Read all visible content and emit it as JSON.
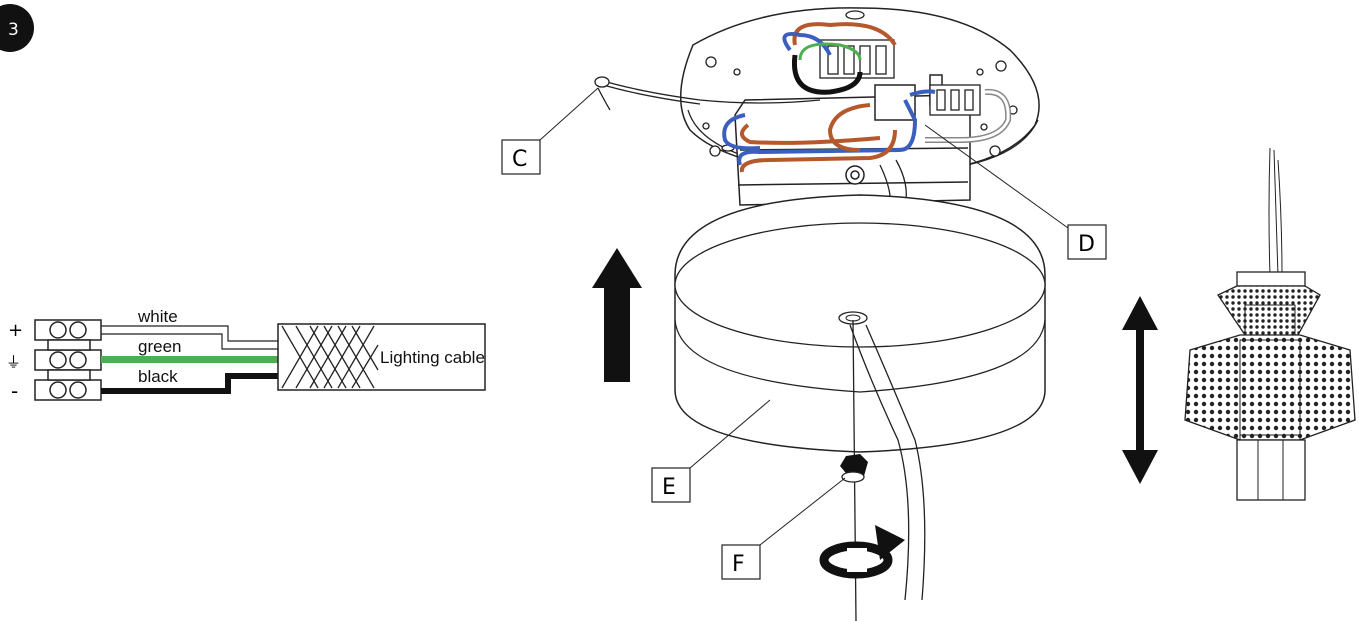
{
  "step": {
    "number": "3"
  },
  "wiring": {
    "terminals": [
      {
        "symbol": "+",
        "wire": "white",
        "color": "#ffffff"
      },
      {
        "symbol": "⏚",
        "wire": "green",
        "color": "#4caf50"
      },
      {
        "symbol": "-",
        "wire": "black",
        "color": "#000000"
      }
    ],
    "cable_label": "Lighting cable"
  },
  "callouts": {
    "c": "C",
    "d": "D",
    "e": "E",
    "f": "F"
  },
  "wire_colors": {
    "brown": "#b5582c",
    "blue": "#3a5fbf",
    "green": "#4caf50",
    "black": "#111111"
  }
}
